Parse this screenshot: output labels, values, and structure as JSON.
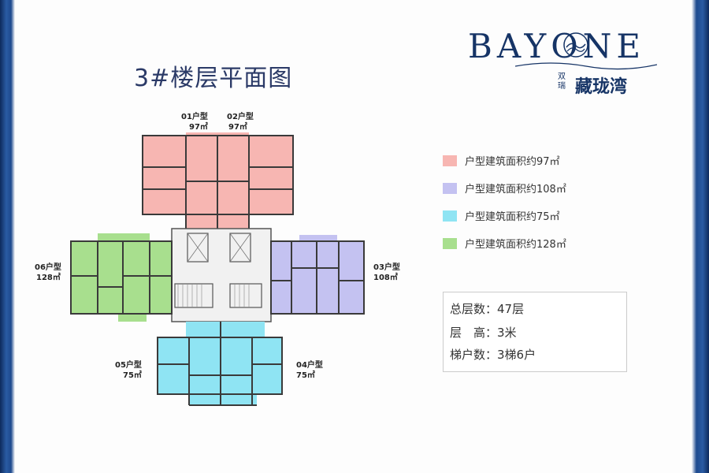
{
  "title": "3#楼层平面图",
  "logo": {
    "word": "BAYONE",
    "small": "双瑞",
    "cn": "藏珑湾"
  },
  "units": [
    {
      "code": "01户型",
      "area": "97㎡"
    },
    {
      "code": "02户型",
      "area": "97㎡"
    },
    {
      "code": "03户型",
      "area": "108㎡"
    },
    {
      "code": "04户型",
      "area": "75㎡"
    },
    {
      "code": "05户型",
      "area": "75㎡"
    },
    {
      "code": "06户型",
      "area": "128㎡"
    }
  ],
  "legend": [
    {
      "text": "户型建筑面积约97㎡",
      "color": "#f7b6b2"
    },
    {
      "text": "户型建筑面积约108㎡",
      "color": "#c4c2f1"
    },
    {
      "text": "户型建筑面积约75㎡",
      "color": "#8fe4f3"
    },
    {
      "text": "户型建筑面积约128㎡",
      "color": "#a8df8e"
    }
  ],
  "info": {
    "floors": "总层数：47层",
    "height": "层　高：3米",
    "ratio": "梯户数：3梯6户"
  }
}
